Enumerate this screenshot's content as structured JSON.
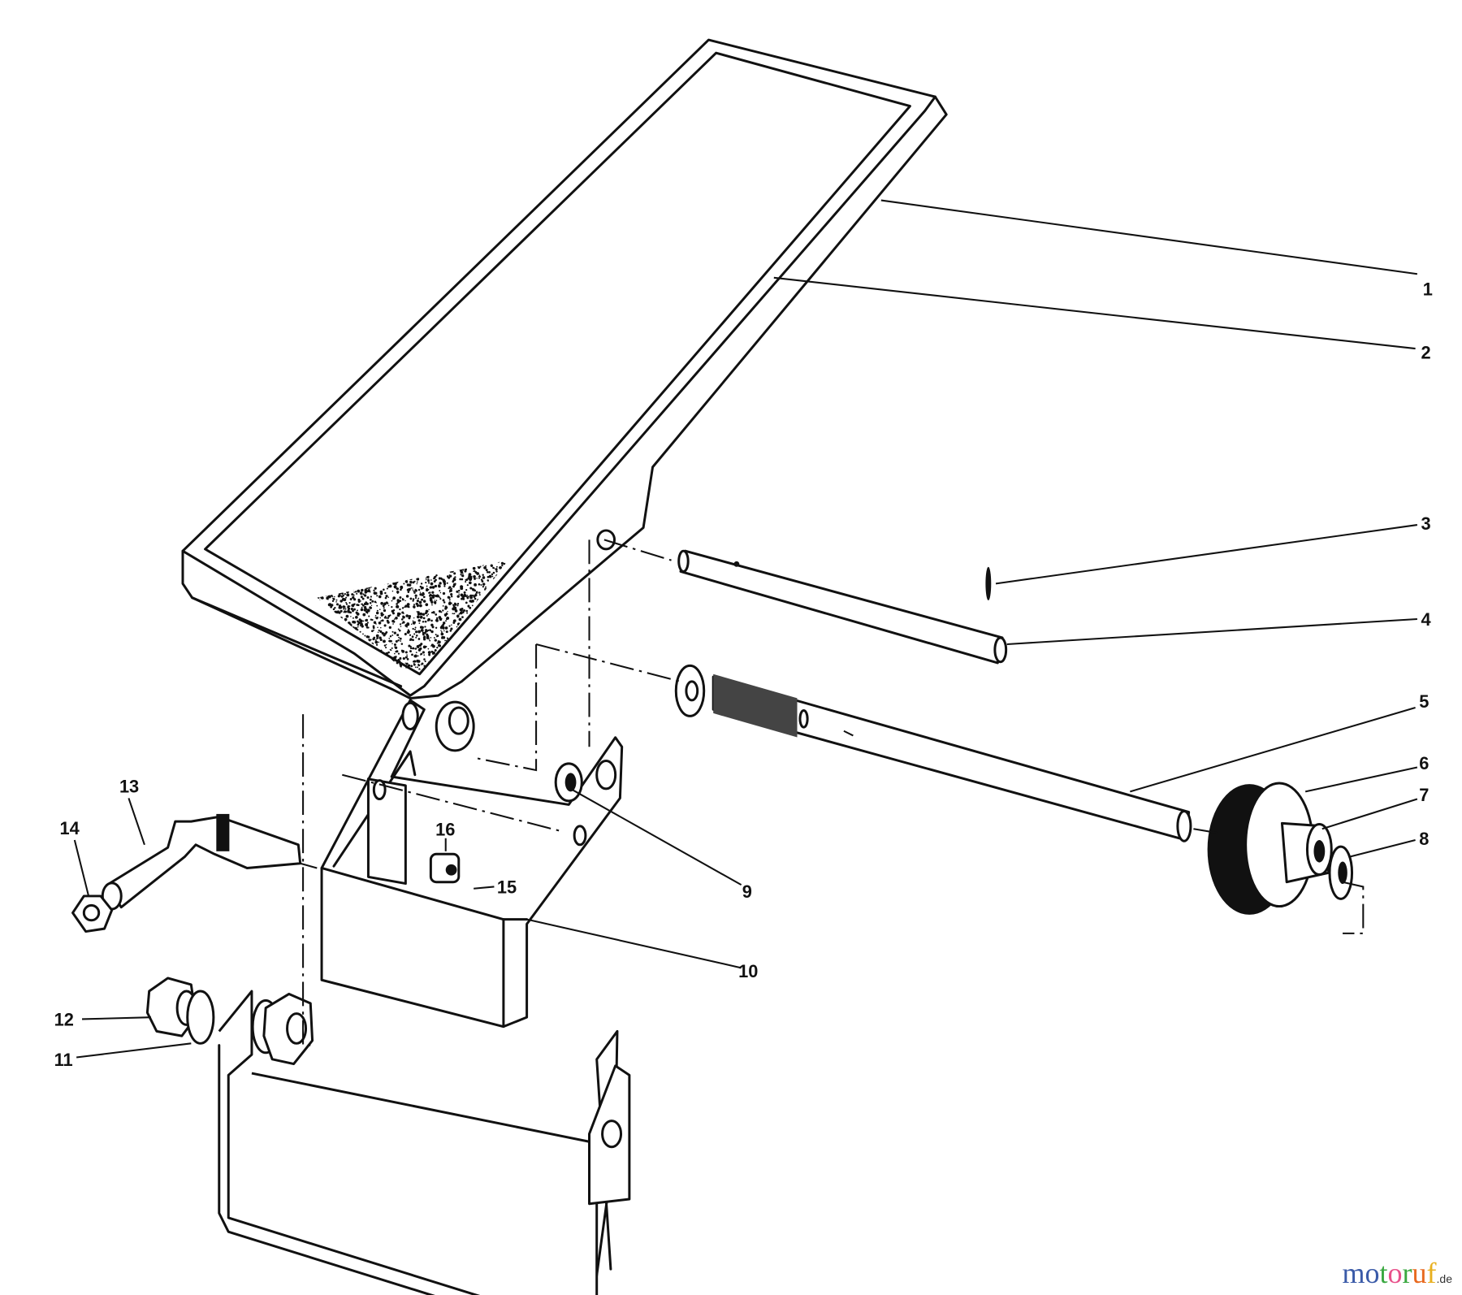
{
  "callouts": [
    {
      "number": "1",
      "part": "pedal"
    },
    {
      "number": "2",
      "part": "pedal-edge"
    },
    {
      "number": "3",
      "part": "cotter-pin"
    },
    {
      "number": "4",
      "part": "pivot-pin"
    },
    {
      "number": "5",
      "part": "axle-rod"
    },
    {
      "number": "6",
      "part": "roller-wheel"
    },
    {
      "number": "7",
      "part": "hub-collar"
    },
    {
      "number": "8",
      "part": "washer"
    },
    {
      "number": "9",
      "part": "bushing"
    },
    {
      "number": "10",
      "part": "pedal-bracket"
    },
    {
      "number": "11",
      "part": "lock-washer"
    },
    {
      "number": "12",
      "part": "hex-nut"
    },
    {
      "number": "13",
      "part": "rod-end"
    },
    {
      "number": "14",
      "part": "jam-nut"
    },
    {
      "number": "15",
      "part": "cotter-pin"
    },
    {
      "number": "16",
      "part": "nut"
    }
  ],
  "watermark": {
    "letters": [
      "m",
      "o",
      "t",
      "o",
      "r",
      "u",
      "f"
    ],
    "colors": [
      "#3a5aa8",
      "#3a5aa8",
      "#3aa840",
      "#e8508a",
      "#3aa840",
      "#e86a20",
      "#e8b020"
    ],
    "suffix": ".de"
  }
}
